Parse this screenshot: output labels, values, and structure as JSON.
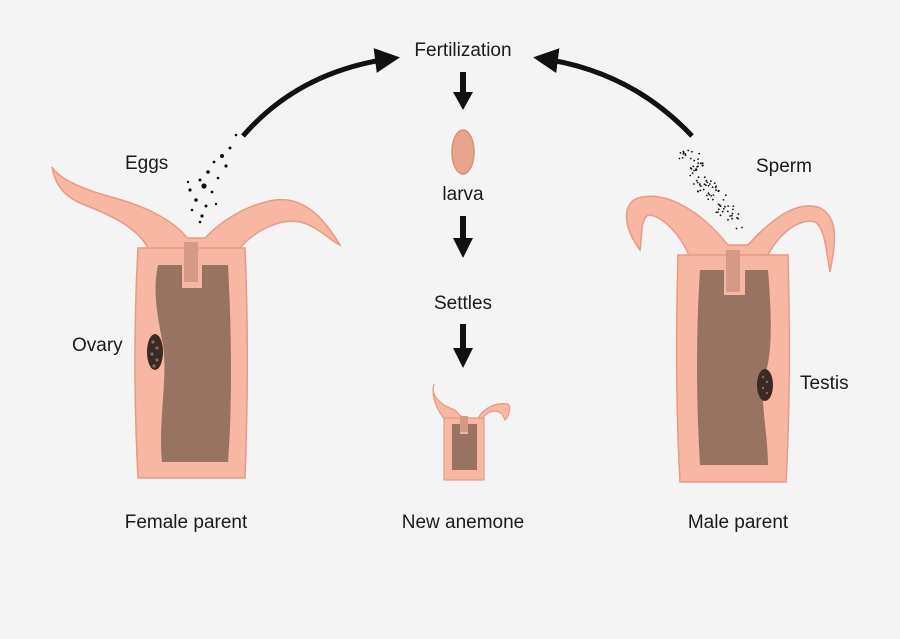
{
  "labels": {
    "fertilization": "Fertilization",
    "eggs": "Eggs",
    "sperm": "Sperm",
    "larva": "larva",
    "settles": "Settles",
    "ovary": "Ovary",
    "testis": "Testis",
    "female_parent": "Female parent",
    "new_anemone": "New anemone",
    "male_parent": "Male parent"
  },
  "colors": {
    "background": "#f4f4f4",
    "body_wall": "#f7b7a3",
    "body_outline": "#e79a84",
    "gut": "#997362",
    "gonad": "#3a2a24",
    "arrow": "#111111"
  }
}
